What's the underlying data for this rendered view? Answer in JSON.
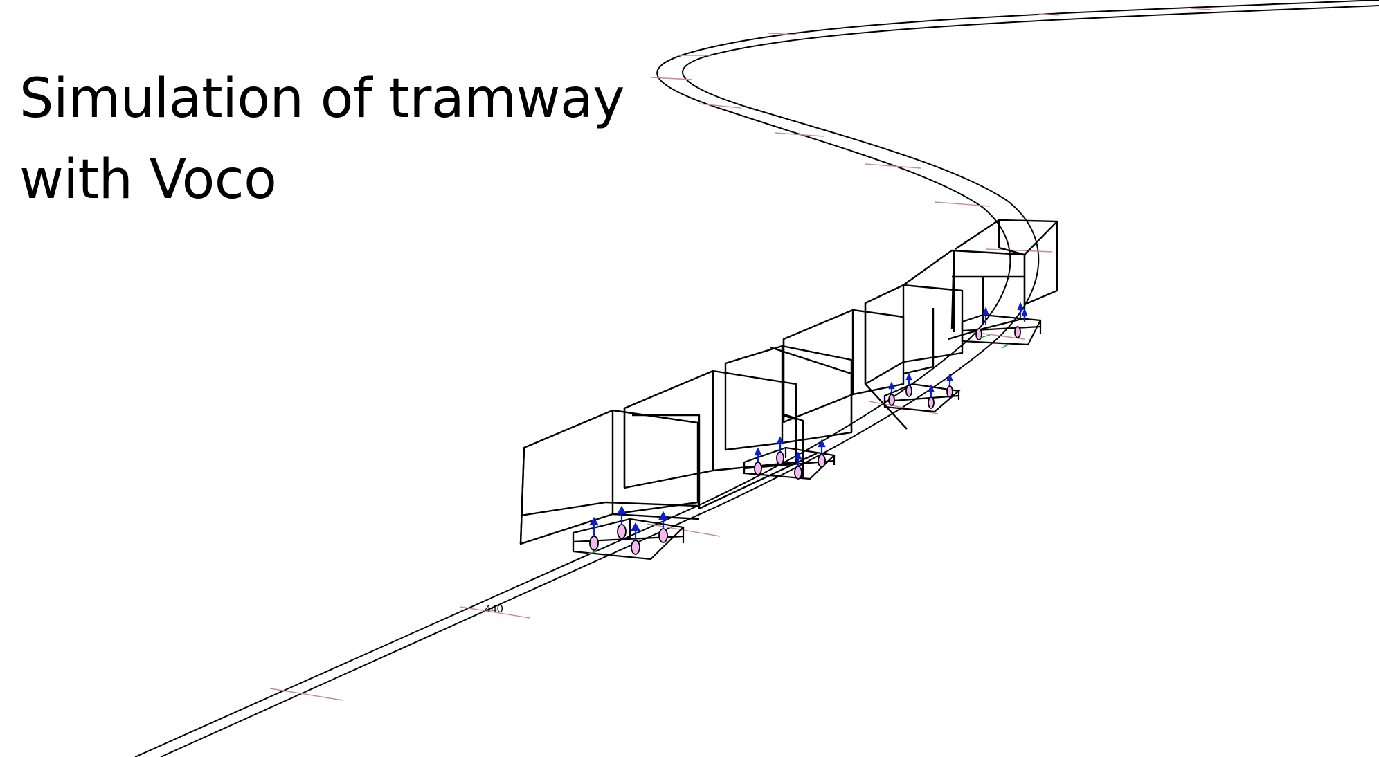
{
  "title": {
    "line1": "Simulation of tramway",
    "line2": "with Voco"
  },
  "track": {
    "marker_label": "440"
  },
  "colors": {
    "track": "#000000",
    "sleeper_ticks": "#c98b95",
    "wheel_fill": "#f2b8f2",
    "force_arrows": "#0b1fcf",
    "contact_marks": "#2aa84a"
  },
  "icons": [
    "force-arrow-icon",
    "wheel-icon"
  ]
}
